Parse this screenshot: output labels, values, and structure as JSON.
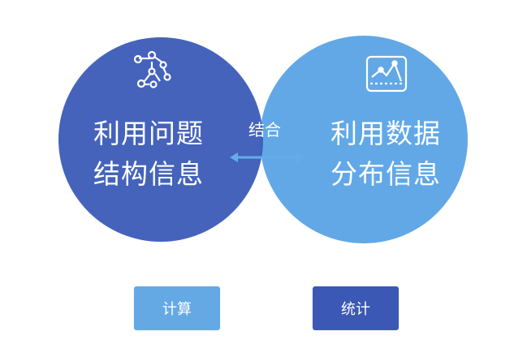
{
  "left_circle": {
    "lines": [
      "利用问题",
      "结构信息"
    ],
    "color": "#4563bb"
  },
  "right_circle": {
    "lines": [
      "利用数据",
      "分布信息"
    ],
    "color": "#62a8e6"
  },
  "overlap": {
    "label": "结合",
    "color": "#3b62bf",
    "arrow_color": "#63aee9"
  },
  "icons": {
    "left": "network-graph-icon",
    "right": "line-chart-icon"
  },
  "buttons": {
    "left_label": "计算",
    "right_label": "统计"
  }
}
